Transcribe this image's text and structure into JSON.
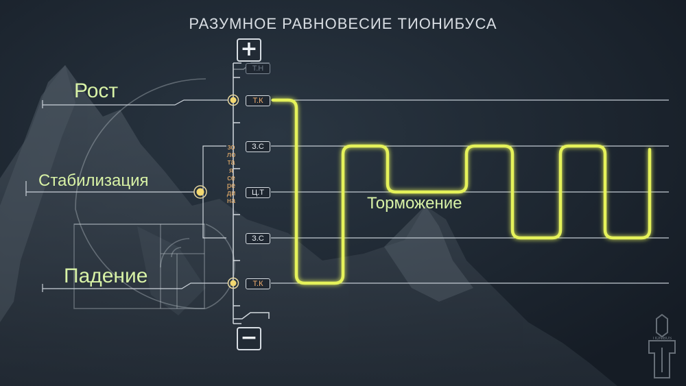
{
  "title": "РАЗУМНОЕ  РАВНОВЕСИЕ  ТИОНИБУСА",
  "phases": {
    "growth": "Рост",
    "stabilization": "Стабилизация",
    "fall": "Падение",
    "braking": "Торможение"
  },
  "scale": {
    "plus_label": "+",
    "minus_label": "−",
    "top_dim_label": "Т.Н",
    "levels": [
      "Т.К",
      "З.С",
      "Ц.Т",
      "З.С",
      "Т.К"
    ],
    "golden_mean_vertical": "золотая середина"
  },
  "logo": {
    "name": "tionibus-logo",
    "text": "TIONIBUS"
  },
  "colors": {
    "background": "#1b2430",
    "signal": "#e5f25a",
    "label": "#d8f2a6",
    "gold": "#f3d870",
    "line": "#b9c2cc"
  }
}
